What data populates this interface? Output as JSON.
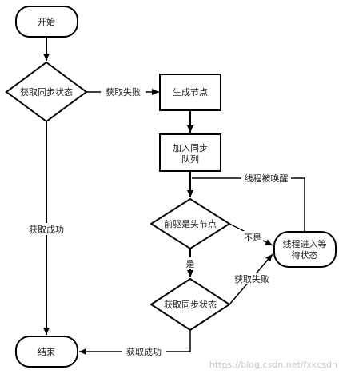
{
  "nodes": {
    "start": "开始",
    "acquire1": "获取同步状态",
    "create_node": "生成节点",
    "enqueue_line1": "加入同步",
    "enqueue_line2": "队列",
    "pred_is_head": "前驱是头节点",
    "acquire2": "获取同步状态",
    "waiting_line1": "线程进入等",
    "waiting_line2": "待状态",
    "end": "结束"
  },
  "edges": {
    "acquire_fail_1": "获取失败",
    "acquire_success_1": "获取成功",
    "thread_woken": "线程被唤醒",
    "no": "不是",
    "yes": "是",
    "acquire_fail_2": "获取失败",
    "acquire_success_2": "获取成功"
  },
  "watermark": "https://blog.csdn.net/fxkcsdn",
  "colors": {
    "stroke": "#000000",
    "fill": "#ffffff",
    "text": "#222222",
    "watermark": "#c8c8c8"
  }
}
